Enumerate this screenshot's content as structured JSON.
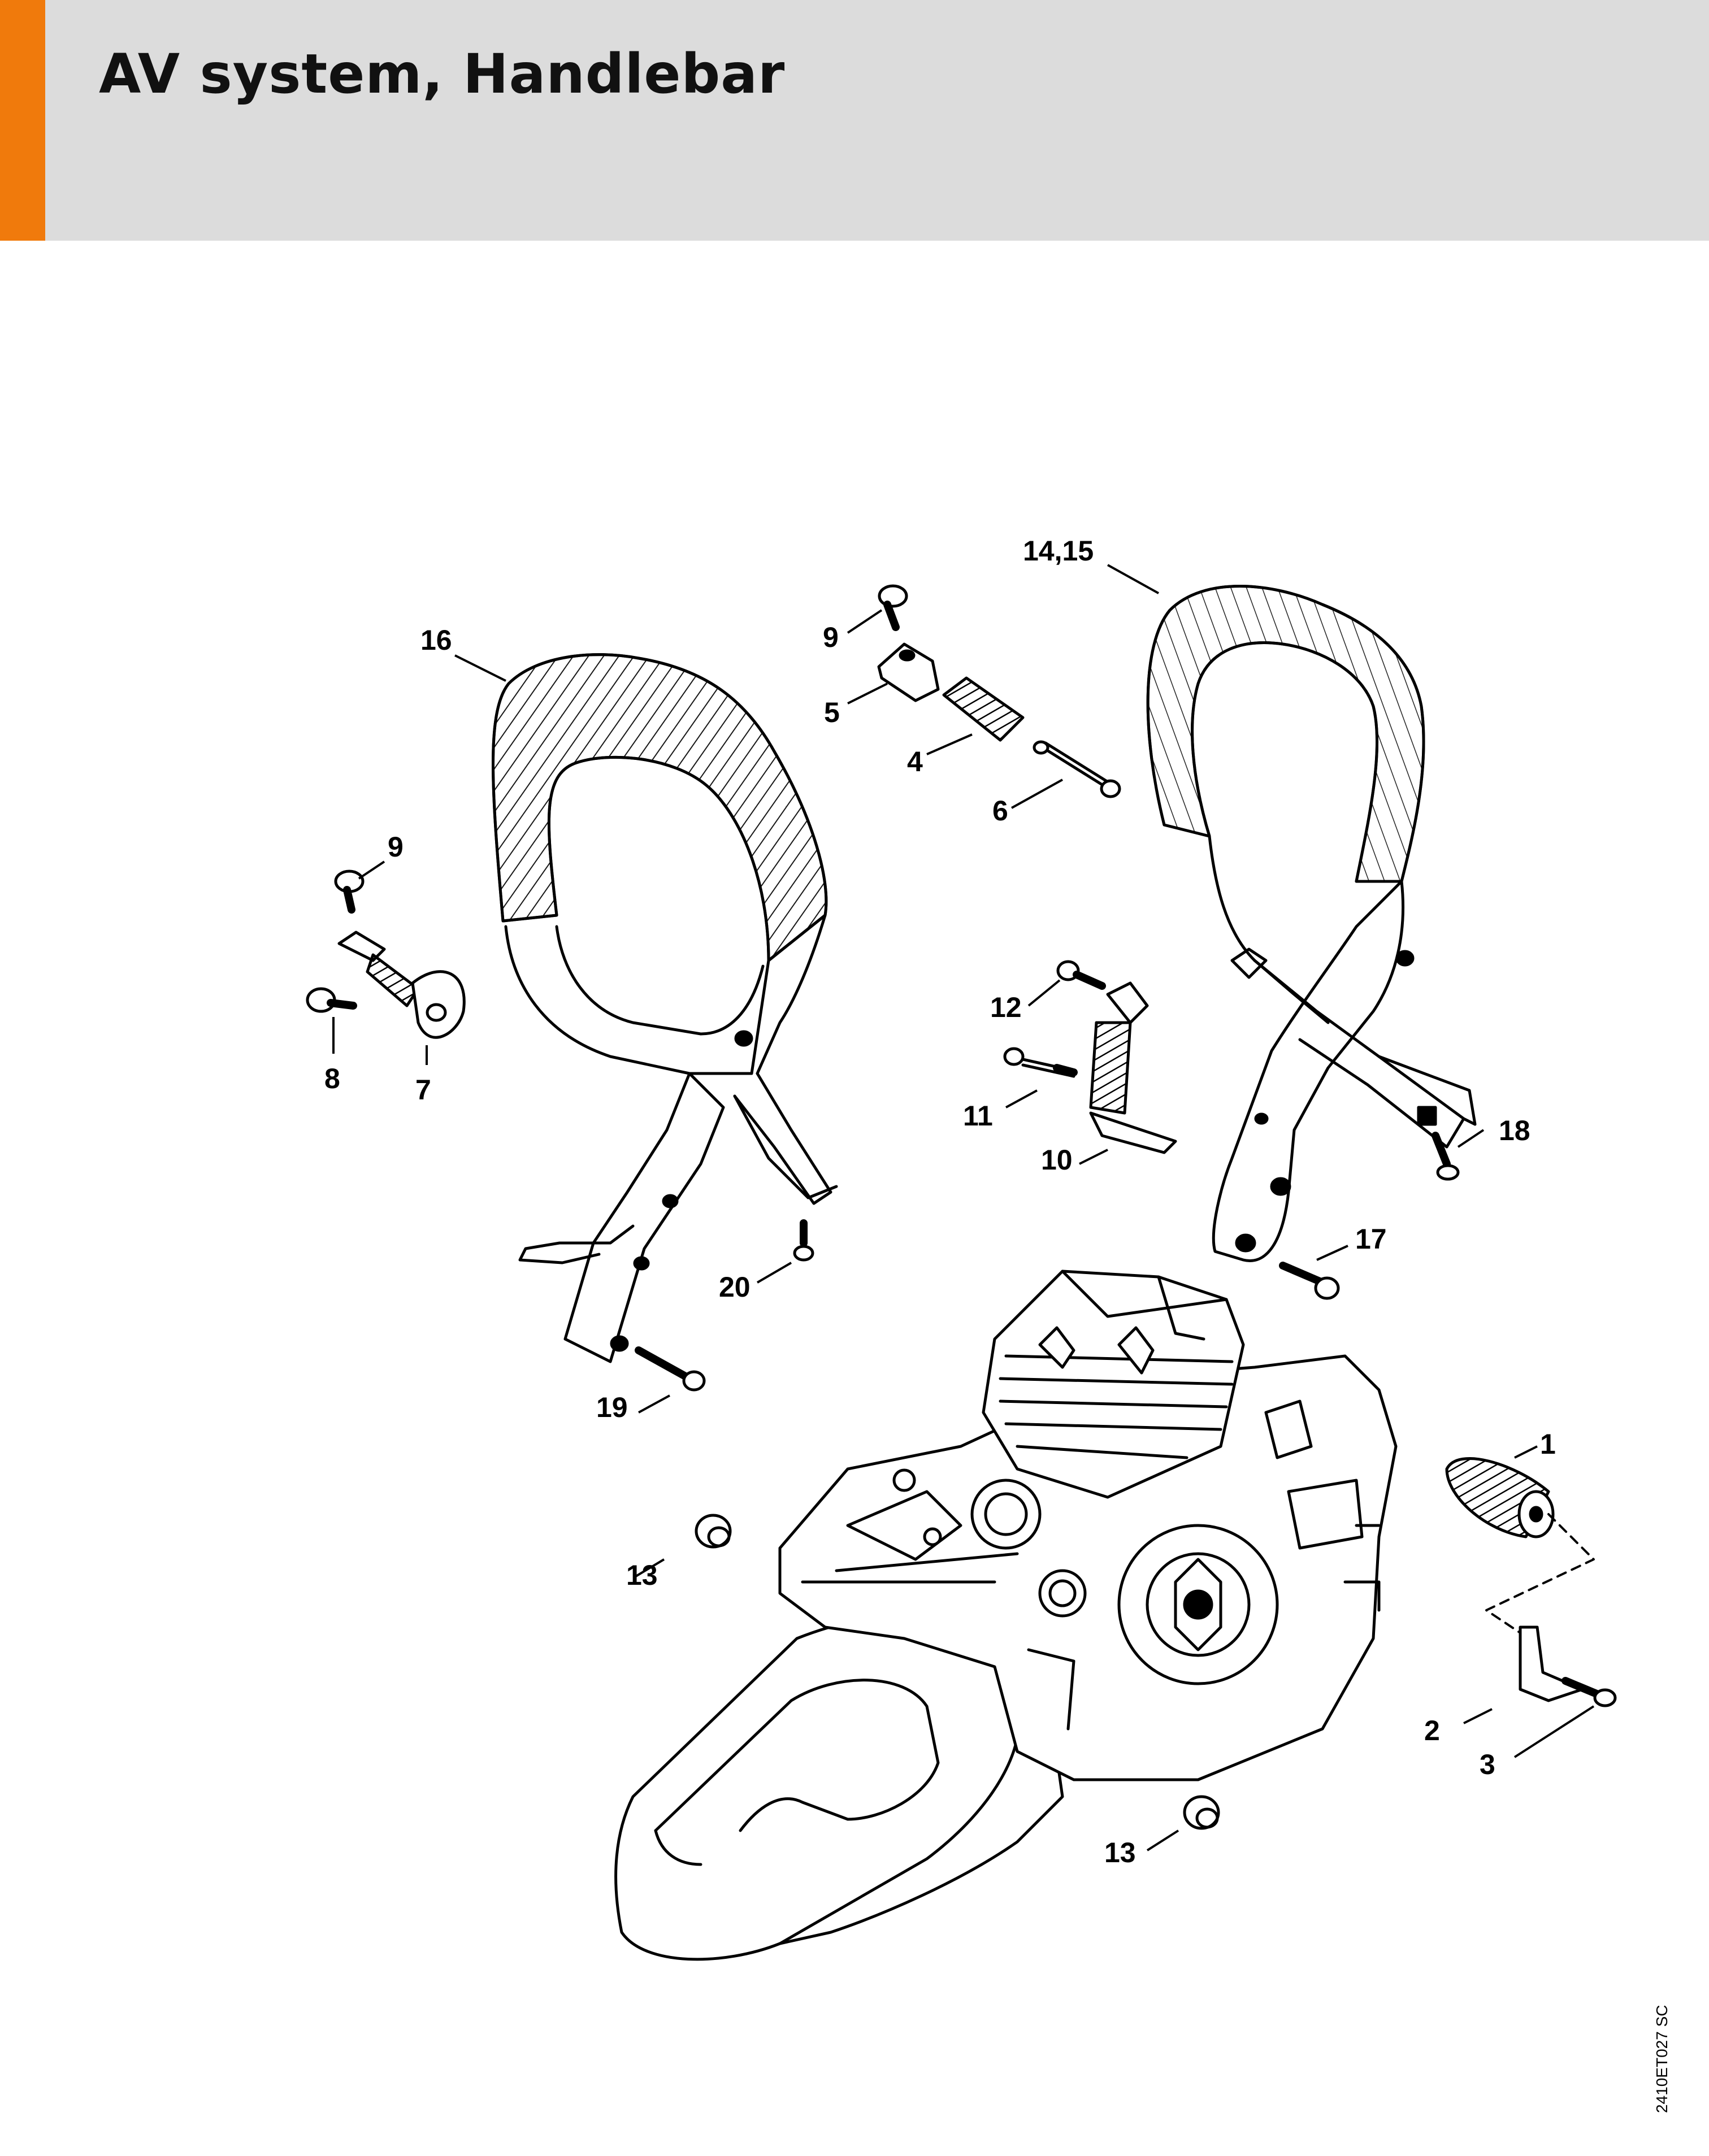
{
  "header": {
    "title": "AV system, Handlebar",
    "accent_color": "#f07a0c",
    "background_color": "#dcdcdc"
  },
  "callouts": {
    "c1": "1",
    "c2": "2",
    "c3": "3",
    "c4": "4",
    "c5": "5",
    "c6": "6",
    "c7": "7",
    "c8": "8",
    "c9a": "9",
    "c9b": "9",
    "c10": "10",
    "c11": "11",
    "c12": "12",
    "c13a": "13",
    "c13b": "13",
    "c14_15": "14,15",
    "c16": "16",
    "c17": "17",
    "c18": "18",
    "c19": "19",
    "c20": "20"
  },
  "document_code": "2410ET027 SC"
}
